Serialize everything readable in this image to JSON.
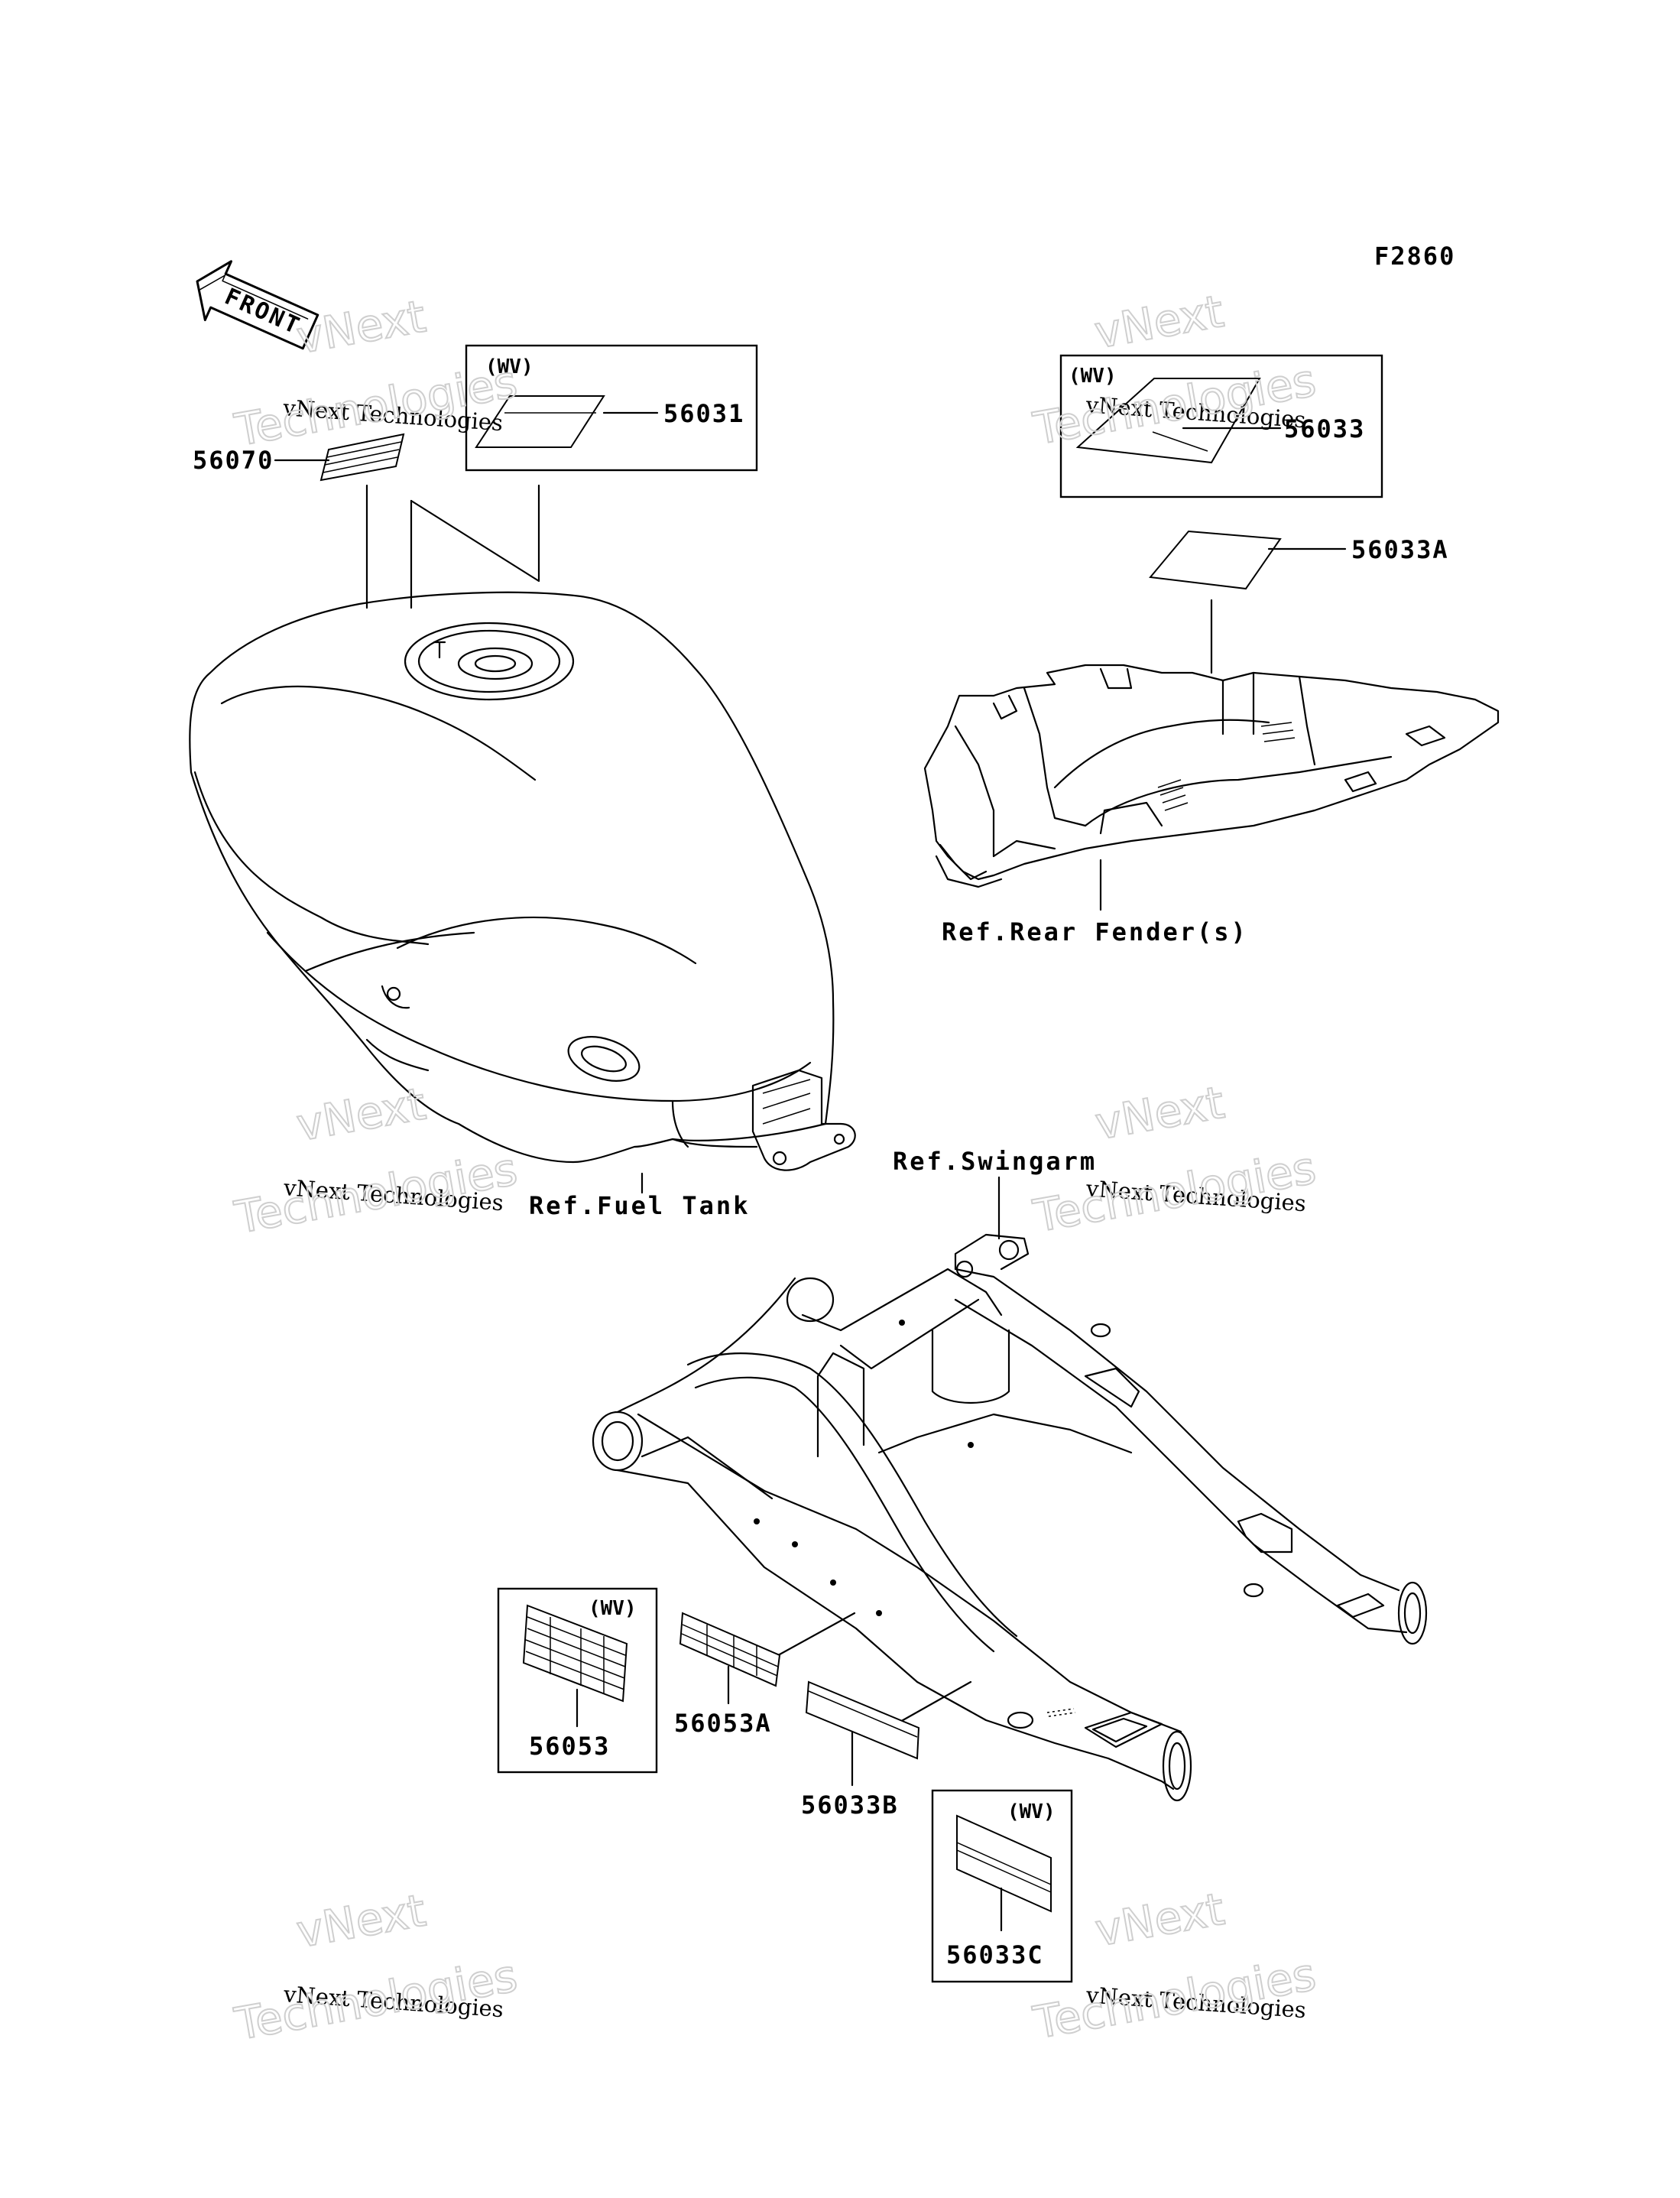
{
  "figure_code": "F2860",
  "front_label": "FRONT",
  "variant_tag": "(WV)",
  "watermark": {
    "line1": "vNext",
    "line2": "vNext Technologies",
    "line3": "Technologies"
  },
  "parts": {
    "p56070": "56070",
    "p56031": "56031",
    "p56033": "56033",
    "p56033A": "56033A",
    "p56053": "56053",
    "p56053A": "56053A",
    "p56033B": "56033B",
    "p56033C": "56033C"
  },
  "references": {
    "fuel_tank": "Ref.Fuel Tank",
    "rear_fender": "Ref.Rear Fender(s)",
    "swingarm": "Ref.Swingarm"
  }
}
